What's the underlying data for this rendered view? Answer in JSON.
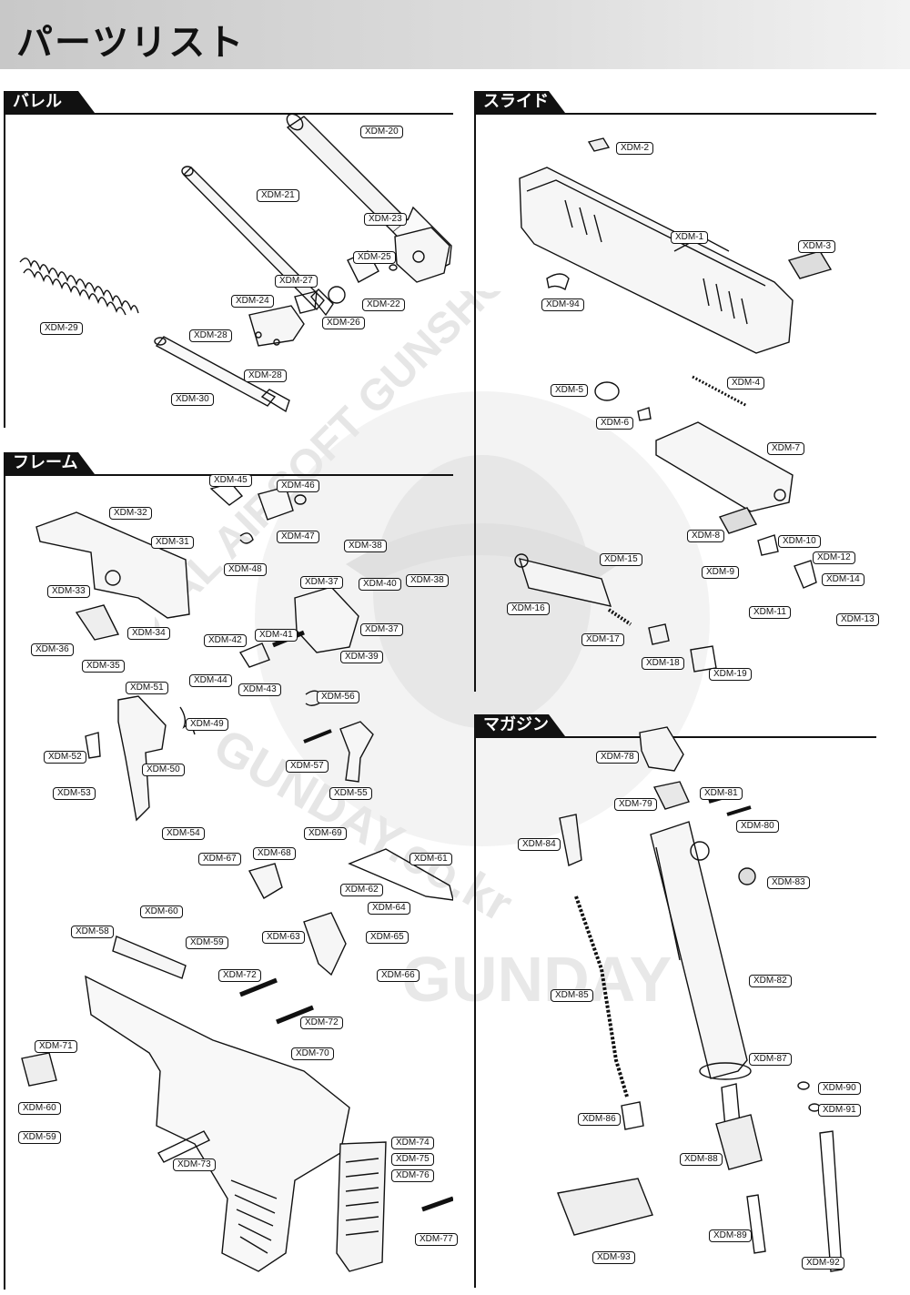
{
  "page": {
    "title": "パーツリスト"
  },
  "sections": {
    "barrel": {
      "title": "バレル",
      "labels": [
        "XDM-20",
        "XDM-21",
        "XDM-23",
        "XDM-25",
        "XDM-22",
        "XDM-27",
        "XDM-24",
        "XDM-26",
        "XDM-29",
        "XDM-28",
        "XDM-28",
        "XDM-30"
      ]
    },
    "slide": {
      "title": "スライド",
      "labels": [
        "XDM-2",
        "XDM-1",
        "XDM-3",
        "XDM-94",
        "XDM-4",
        "XDM-5",
        "XDM-6",
        "XDM-7",
        "XDM-8",
        "XDM-10",
        "XDM-12",
        "XDM-9",
        "XDM-14",
        "XDM-11",
        "XDM-13",
        "XDM-15",
        "XDM-16",
        "XDM-17",
        "XDM-18",
        "XDM-19"
      ]
    },
    "frame": {
      "title": "フレーム",
      "labels": [
        "XDM-45",
        "XDM-46",
        "XDM-32",
        "XDM-47",
        "XDM-31",
        "XDM-48",
        "XDM-38",
        "XDM-37",
        "XDM-40",
        "XDM-38",
        "XDM-33",
        "XDM-34",
        "XDM-41",
        "XDM-37",
        "XDM-36",
        "XDM-42",
        "XDM-39",
        "XDM-35",
        "XDM-44",
        "XDM-43",
        "XDM-51",
        "XDM-56",
        "XDM-49",
        "XDM-52",
        "XDM-50",
        "XDM-57",
        "XDM-53",
        "XDM-55",
        "XDM-54",
        "XDM-69",
        "XDM-67",
        "XDM-68",
        "XDM-61",
        "XDM-62",
        "XDM-60",
        "XDM-64",
        "XDM-58",
        "XDM-59",
        "XDM-63",
        "XDM-65",
        "XDM-72",
        "XDM-66",
        "XDM-72",
        "XDM-71",
        "XDM-70",
        "XDM-60",
        "XDM-59",
        "XDM-74",
        "XDM-75",
        "XDM-76",
        "XDM-73",
        "XDM-77"
      ]
    },
    "magazine": {
      "title": "マガジン",
      "labels": [
        "XDM-78",
        "XDM-81",
        "XDM-79",
        "XDM-80",
        "XDM-84",
        "XDM-83",
        "XDM-82",
        "XDM-85",
        "XDM-87",
        "XDM-90",
        "XDM-91",
        "XDM-86",
        "XDM-88",
        "XDM-89",
        "XDM-93",
        "XDM-92"
      ]
    }
  },
  "watermark": {
    "line1": "TOTAL AIRSOFT GUNSHOP",
    "line2": "GUNDAY.co.kr",
    "line3": "GUNDAY"
  }
}
